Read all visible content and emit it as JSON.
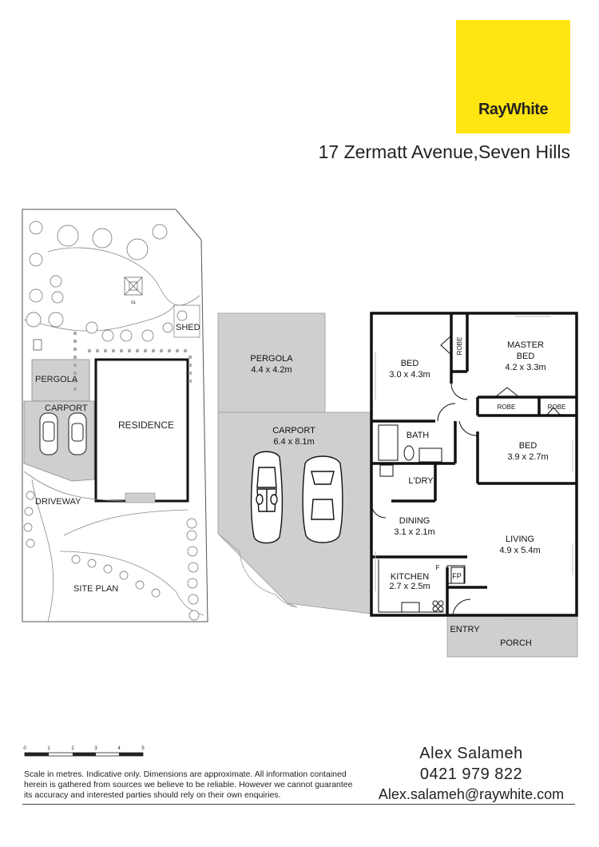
{
  "brand": {
    "name": "RayWhite",
    "color": "#ffe512"
  },
  "address": "17 Zermatt Avenue,Seven Hills",
  "site_plan": {
    "title": "SITE PLAN",
    "labels": {
      "pergola": "PERGOLA",
      "carport": "CARPORT",
      "residence": "RESIDENCE",
      "driveway": "DRIVEWAY",
      "shed": "SHED",
      "gl": "GL"
    }
  },
  "floor_plan": {
    "pergola": {
      "name": "PERGOLA",
      "dims": "4.4 x 4.2m"
    },
    "carport": {
      "name": "CARPORT",
      "dims": "6.4 x 8.1m"
    },
    "bed1": {
      "name": "BED",
      "dims": "3.0 x 4.3m"
    },
    "master": {
      "name": "MASTER",
      "name2": "BED",
      "dims": "4.2 x 3.3m"
    },
    "robe_v": "ROBE",
    "robe1": "ROBE",
    "robe2": "ROBE",
    "bath": "BATH",
    "bed2": {
      "name": "BED",
      "dims": "3.9 x 2.7m"
    },
    "ldry": "L'DRY",
    "dining": {
      "name": "DINING",
      "dims": "3.1 x 2.1m"
    },
    "living": {
      "name": "LIVING",
      "dims": "4.9 x 5.4m"
    },
    "kitchen": {
      "name": "KITCHEN",
      "dims": "2.7 x 2.5m"
    },
    "f": "F",
    "fp": "FP",
    "entry": "ENTRY",
    "porch": "PORCH"
  },
  "scale": {
    "ticks": [
      "0",
      "1",
      "2",
      "3",
      "4",
      "5"
    ]
  },
  "disclaimer": "Scale in metres. Indicative only. Dimensions are approximate. All information contained herein is gathered from sources we believe to be reliable. However we cannot guarantee its accuracy and interested parties should rely on their own enquiries.",
  "agent": {
    "name": "Alex Salameh",
    "phone": "0421 979 822",
    "email": "Alex.salameh@raywhite.com"
  }
}
